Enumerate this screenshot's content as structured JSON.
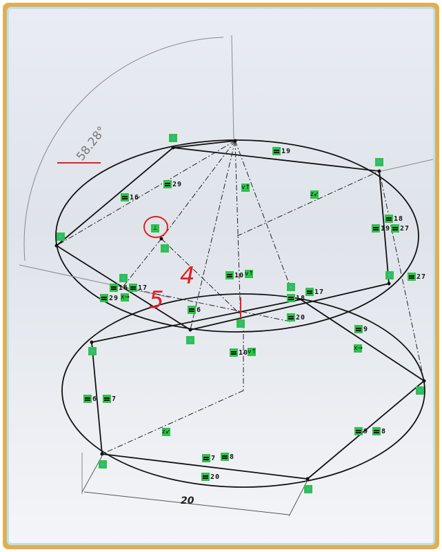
{
  "dimensions": {
    "angle": "58.28°",
    "length": "20"
  },
  "relations": [
    "19",
    "29",
    "16",
    "18",
    "19",
    "27",
    "27",
    "10",
    "16",
    "17",
    "29",
    "17",
    "18",
    "6",
    "20",
    "9",
    "10",
    "6",
    "7",
    "9",
    "8",
    "7",
    "8",
    "20"
  ],
  "symbols": {
    "perpendicular": "⊥",
    "vertical": "v↑",
    "horizontal": "x→",
    "coincident": "z↙"
  },
  "handwritten": {
    "four": "4",
    "five": "5"
  },
  "colors": {
    "sketch": "#111111",
    "relation": "#2ec24a",
    "markup": "#e02020",
    "dimension": "#808080"
  }
}
